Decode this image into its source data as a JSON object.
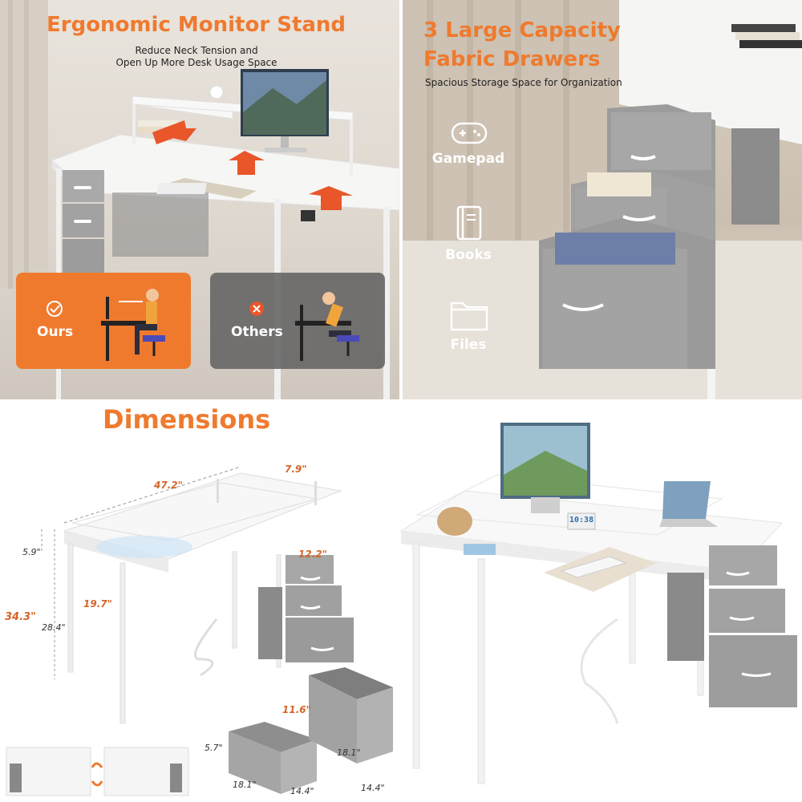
{
  "panel_monitor": {
    "title": "Ergonomic Monitor Stand",
    "subtitle_line1": "Reduce Neck Tension and",
    "subtitle_line2": "Open Up More Desk Usage Space",
    "ours_label": "Ours",
    "others_label": "Others",
    "ours_color": "#ef7a2e",
    "others_color": "#6f6f6f"
  },
  "panel_drawers": {
    "title_line1": "3 Large Capacity",
    "title_line2": "Fabric Drawers",
    "subtitle": "Spacious Storage Space for Organization",
    "features": [
      {
        "icon": "gamepad-icon",
        "label": "Gamepad"
      },
      {
        "icon": "book-icon",
        "label": "Books"
      },
      {
        "icon": "folder-icon",
        "label": "Files"
      }
    ]
  },
  "panel_dimensions": {
    "title": "Dimensions",
    "desk_width": "47.2\"",
    "shelf_depth": "7.9\"",
    "shelf_height": "5.9\"",
    "total_height": "34.3\"",
    "desk_height": "28.4\"",
    "desk_depth": "19.7\"",
    "drawer_width": "12.2\"",
    "large_drawer_height": "11.6\"",
    "large_drawer_depth": "18.1\"",
    "large_drawer_width": "14.4\"",
    "small_drawer_height": "5.7\"",
    "small_drawer_depth": "18.1\"",
    "small_drawer_width": "14.4\"",
    "clock_time": "10:38"
  },
  "colors": {
    "accent": "#ef7a2e",
    "drawer_gray": "#a9a9a9",
    "desk_white": "#f4f4f4"
  }
}
